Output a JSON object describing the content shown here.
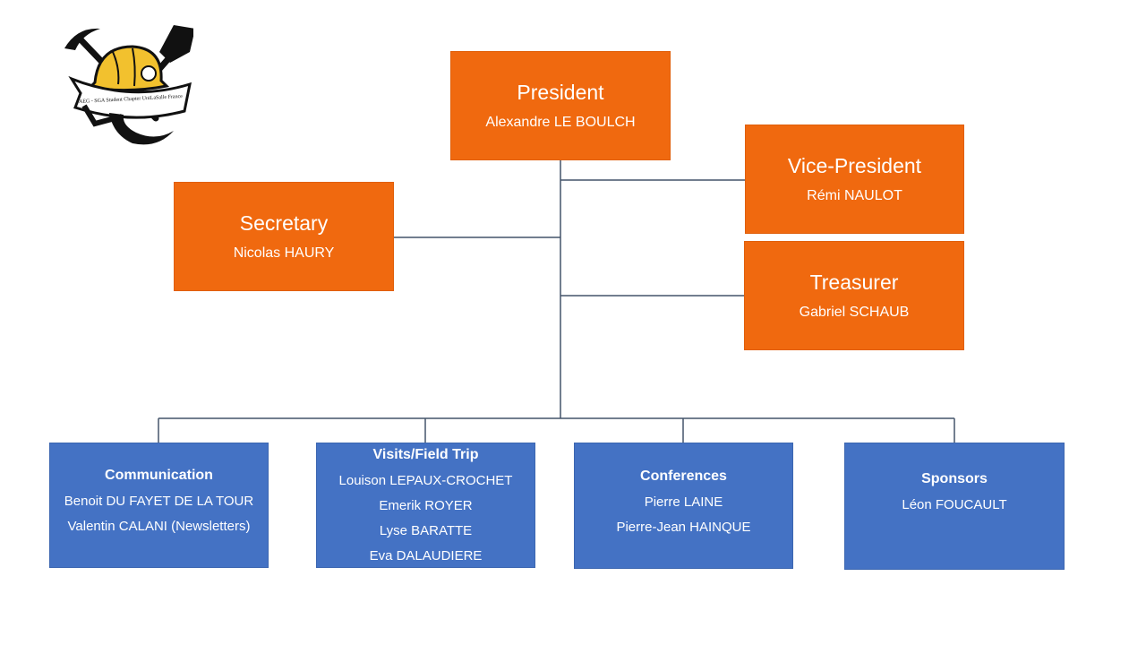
{
  "logo": {
    "ribbon_text": "AEG - SGA Student Chapter UniLaSalle France"
  },
  "president": {
    "title": "President",
    "name": "Alexandre  LE BOULCH"
  },
  "vice_president": {
    "title": "Vice-President",
    "name": "Rémi  NAULOT"
  },
  "secretary": {
    "title": "Secretary",
    "name": "Nicolas HAURY"
  },
  "treasurer": {
    "title": "Treasurer",
    "name": "Gabriel  SCHAUB"
  },
  "teams": {
    "communication": {
      "title": "Communication",
      "members": [
        "Benoit DU FAYET DE LA TOUR",
        "Valentin CALANI (Newsletters)"
      ]
    },
    "visits": {
      "title": "Visits/Field  Trip",
      "members": [
        "Louison LEPAUX-CROCHET",
        "Emerik ROYER",
        "Lyse BARATTE",
        "Eva DALAUDIERE"
      ]
    },
    "conferences": {
      "title": "Conferences",
      "members": [
        "Pierre LAINE",
        "Pierre-Jean HAINQUE"
      ]
    },
    "sponsors": {
      "title": "Sponsors",
      "members": [
        "Léon FOUCAULT"
      ]
    }
  },
  "colors": {
    "officer_box": "#f0690f",
    "team_box": "#4472c4",
    "connector": "#44546a"
  }
}
